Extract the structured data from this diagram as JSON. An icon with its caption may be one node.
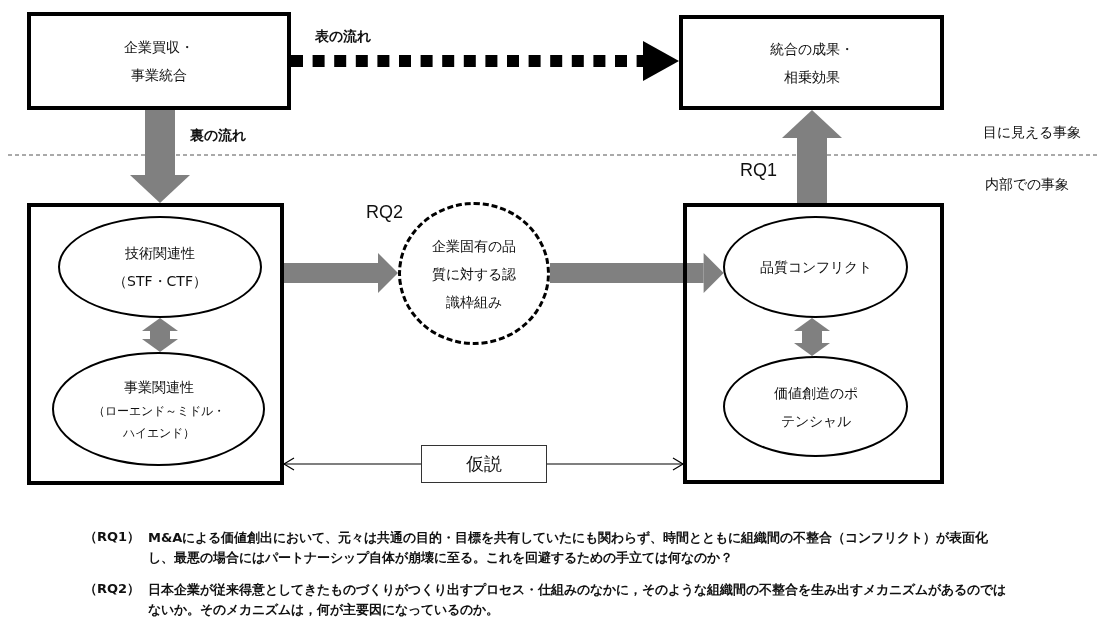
{
  "diagram": {
    "nodes": [
      {
        "text": [
          "企業買収・事業統合"
        ]
      },
      {
        "text": [
          "統合の成果・相乗効果"
        ]
      },
      {
        "text": [],
        "shape": "box"
      },
      {
        "text": [
          "技術関連性",
          "（STF・CTF）"
        ],
        "in": 2
      },
      {
        "text": [
          "事業関連性",
          "（ローエンド～ミドル・ハイエンド）"
        ],
        "in": 2
      },
      {
        "text": [
          "企業固有の品質に対する認識枠組み"
        ]
      },
      {
        "text": [],
        "shape": "box"
      },
      {
        "text": [
          "品質コンフリクト"
        ],
        "in": 6
      },
      {
        "text": [
          "価値創造のポテンシャル"
        ],
        "in": 6
      },
      {
        "text": [
          "仮説"
        ]
      }
    ],
    "edges": [
      {
        "from": 0,
        "to": 1,
        "arrow": "to",
        "label": "表の流れ",
        "style": "dashed",
        "color": "#000000"
      },
      {
        "from": 0,
        "to": 2,
        "arrow": "to",
        "label": "裏の流れ"
      },
      {
        "from": 6,
        "to": 1,
        "arrow": "to"
      },
      {
        "from": 3,
        "to": 4,
        "arrow": "both"
      },
      {
        "from": 2,
        "to": 5,
        "arrow": "to"
      },
      {
        "from": 5,
        "to": 7,
        "arrow": "to"
      },
      {
        "from": 7,
        "to": 8,
        "arrow": "both"
      },
      {
        "from": 9,
        "to": 2,
        "arrow": "to",
        "color": "#000000"
      },
      {
        "from": 9,
        "to": 6,
        "arrow": "to",
        "color": "#000000"
      }
    ],
    "labels": [
      "目に見える事象",
      "内部での事象",
      "RQ1",
      "RQ2",
      "（RQ1）",
      "M&Aによる価値創出において、元々は共通の目的・目標を共有していたにも関わらず、時間とともに組織間の不整合（コンフリクト）が表面化し、最悪の場合にはパートナーシップ自体が崩壊に至る。これを回避するための手立ては何なのか？",
      "（RQ2）",
      "日本企業が従来得意としてきたものづくりがつくり出すプロセス・仕組みのなかに，そのような組織間の不整合を生み出すメカニズムがあるのではないか。そのメカニズムは，何が主要因になっているのか。"
    ]
  }
}
